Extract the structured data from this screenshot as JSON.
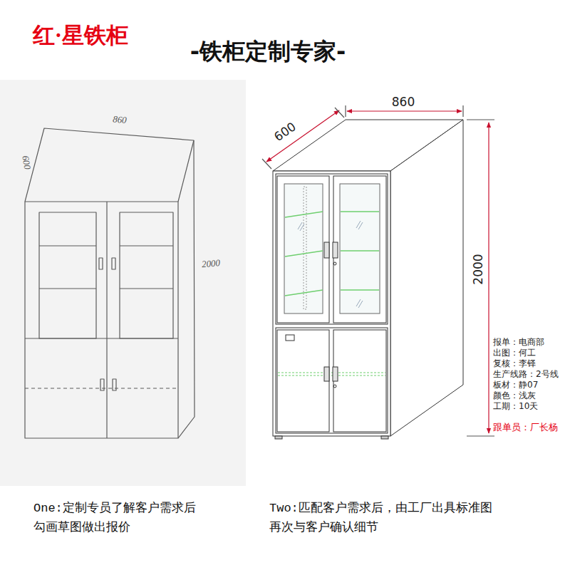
{
  "diagram": {
    "title": "-铁柜定制专家-",
    "labels": [
      "红·星铁柜",
      "860",
      "600",
      "2000",
      "600",
      "860",
      "2000",
      "报单：电商部",
      "出图：何工",
      "复核：李铎",
      "生产线路：2号线",
      "板材：静07",
      "颜色：浅灰",
      "工期：10天",
      "跟单员：厂长杨",
      "One:定制专员了解客户需求后 勾画草图做出报价",
      "Two:匹配客户需求后，由工厂出具标准图 再次与客户确认细节"
    ]
  }
}
